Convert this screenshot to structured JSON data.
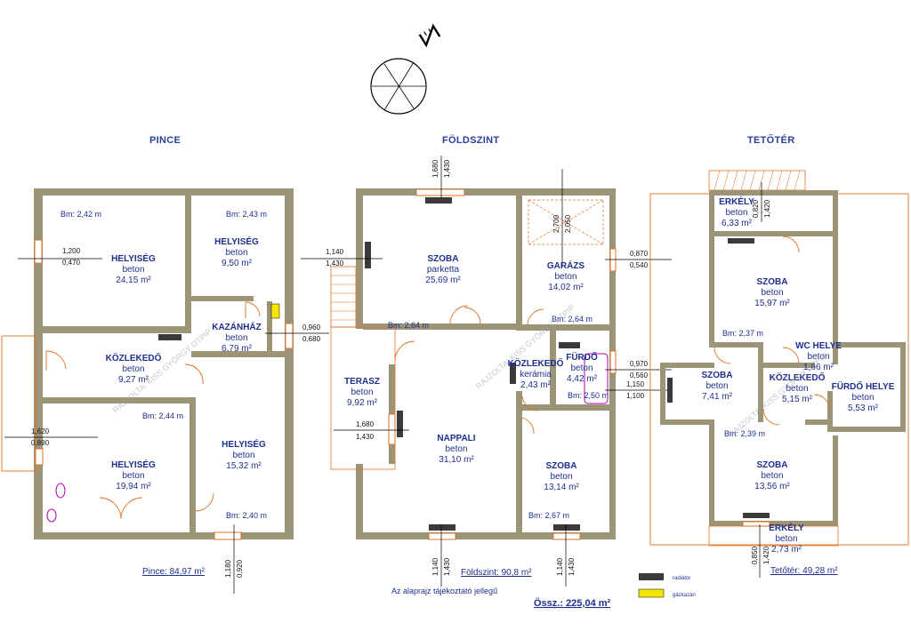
{
  "labels": {
    "pince": "PINCE",
    "foldszint": "FÖLDSZINT",
    "tetoter": "TETŐTÉR"
  },
  "pince": {
    "helyiseg1": {
      "name": "HELYISÉG",
      "mat": "beton",
      "area": "24,15 m²",
      "bm": "Bm: 2,42 m"
    },
    "helyiseg2": {
      "name": "HELYISÉG",
      "mat": "beton",
      "area": "9,50 m²",
      "bm": "Bm: 2,43 m"
    },
    "kazanhaz": {
      "name": "KAZÁNHÁZ",
      "mat": "beton",
      "area": "6,79 m²"
    },
    "kozlekedo": {
      "name": "KÖZLEKEDŐ",
      "mat": "beton",
      "area": "9,27 m²"
    },
    "helyiseg3": {
      "name": "HELYISÉG",
      "mat": "beton",
      "area": "19,94 m²",
      "bm": "Bm: 2,44 m"
    },
    "helyiseg4": {
      "name": "HELYISÉG",
      "mat": "beton",
      "area": "15,32 m²",
      "bm": "Bm: 2,40 m"
    },
    "total": "Pince: 84,97 m²",
    "dims": {
      "d1a": "1,200",
      "d1b": "0,470",
      "d2a": "1,620",
      "d2b": "0,890",
      "d3a": "0,960",
      "d3b": "0,680",
      "d4a": "1,180",
      "d4b": "0,920"
    }
  },
  "foldszint": {
    "szoba1": {
      "name": "SZOBA",
      "mat": "parketta",
      "area": "25,69 m²",
      "bm": "Bm: 2,64 m"
    },
    "garazs": {
      "name": "GARÁZS",
      "mat": "beton",
      "area": "14,02 m²",
      "bm": "Bm: 2,64 m"
    },
    "terasz": {
      "name": "TERASZ",
      "mat": "beton",
      "area": "9,92 m²"
    },
    "kozlekedo": {
      "name": "KÖZLEKEDŐ",
      "mat": "kerámia",
      "area": "2,43 m²"
    },
    "furdo": {
      "name": "FÜRDŐ",
      "mat": "beton",
      "area": "4,42 m²",
      "bm": "Bm: 2,50 m"
    },
    "nappali": {
      "name": "NAPPALI",
      "mat": "beton",
      "area": "31,10 m²"
    },
    "szoba2": {
      "name": "SZOBA",
      "mat": "beton",
      "area": "13,14 m²",
      "bm": "Bm: 2,67 m"
    },
    "total": "Földszint: 90,8 m²",
    "dims": {
      "t1": "1,680",
      "t2": "1,430",
      "g1": "2,700",
      "g2": "2,050",
      "w1": "1,140",
      "w2": "1,430",
      "e1": "0,870",
      "e2": "0,540",
      "f1": "0,970",
      "f2": "0,560",
      "f3": "1,150",
      "f4": "1,100",
      "ta": "1,680",
      "tb": "1,430",
      "b1": "1,140",
      "b2": "1,430",
      "b3": "1,140",
      "b4": "1,430"
    }
  },
  "tetoter": {
    "erkely1": {
      "name": "ERKÉLY",
      "mat": "beton",
      "area": "6,33 m²"
    },
    "szoba1": {
      "name": "SZOBA",
      "mat": "beton",
      "area": "15,97 m²",
      "bm": "Bm: 2,37 m"
    },
    "wc": {
      "name": "WC HELYE",
      "mat": "beton",
      "area": "1,66 m²"
    },
    "szoba2": {
      "name": "SZOBA",
      "mat": "beton",
      "area": "7,41 m²"
    },
    "kozlekedo": {
      "name": "KÖZLEKEDŐ",
      "mat": "beton",
      "area": "5,15 m²"
    },
    "furdohelye": {
      "name": "FÜRDŐ HELYE",
      "mat": "beton",
      "area": "5,53 m²"
    },
    "szoba3": {
      "name": "SZOBA",
      "mat": "beton",
      "area": "13,56 m²",
      "bm": "Bm: 2,39 m"
    },
    "erkely2": {
      "name": "ERKÉLY",
      "mat": "beton",
      "area": "2,73 m²"
    },
    "total": "Tetőtér: 49,28 m²",
    "dims": {
      "e1": "0,820",
      "e2": "1,420",
      "e3": "0,850",
      "e4": "1,420"
    }
  },
  "footer": {
    "note": "Az alaprajz tájékoztató jellegű",
    "sum": "Össz.: 225,04 m²"
  },
  "legend": {
    "radiator": "radiátor",
    "gazkazan": "gázkazán",
    "radiator_color": "#3a3a3a",
    "gazkazan_color": "#f5e600"
  },
  "watermark": "RAJZOLTA: KISS GYÖRGY OTPIP",
  "colors": {
    "wall": "#9b9477",
    "window": "#e07020",
    "text": "#1d2f8f"
  }
}
